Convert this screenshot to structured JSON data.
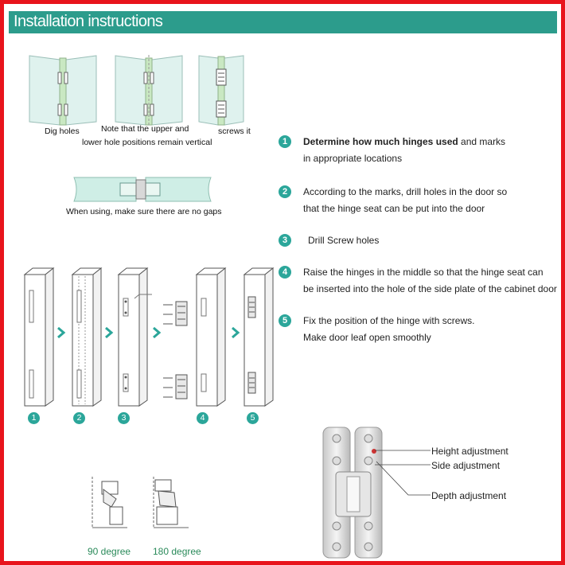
{
  "title": "Installation instructions",
  "top_labels": {
    "dig": "Dig  holes",
    "note_line1": "Note that the upper and",
    "note_line2": "lower hole positions remain vertical",
    "screws": "screws it"
  },
  "gap_note": "When using, make sure there are no gaps",
  "steps": [
    {
      "num": "1",
      "line1_bold": "Determine how much hinges used",
      "line1_rest": " and marks",
      "line2": "in appropriate locations"
    },
    {
      "num": "2",
      "line1": "According to the marks, drill holes in the door  so",
      "line2": "that the hinge seat can be put into the door"
    },
    {
      "num": "3",
      "line1": "Drill  Screw holes"
    },
    {
      "num": "4",
      "line1": "Raise the   hinges  in the middle so that the hinge seat can",
      "line2": "be inserted into the hole of the side plate of the cabinet door"
    },
    {
      "num": "5",
      "line1": "Fix the position of the hinge with screws.",
      "line2": "Make door leaf open smoothly"
    }
  ],
  "sequence_numbers": [
    "1",
    "2",
    "3",
    "4",
    "5"
  ],
  "adjustments": {
    "height": "Height adjustment",
    "side": "Side adjustment",
    "depth": "Depth adjustment"
  },
  "angles": {
    "a90": "90 degree",
    "a180": "180 degree"
  },
  "colors": {
    "frame": "#e8141c",
    "title_bar": "#2c9c8c",
    "accent": "#2ba69a",
    "degree_text": "#2a8a5a"
  }
}
